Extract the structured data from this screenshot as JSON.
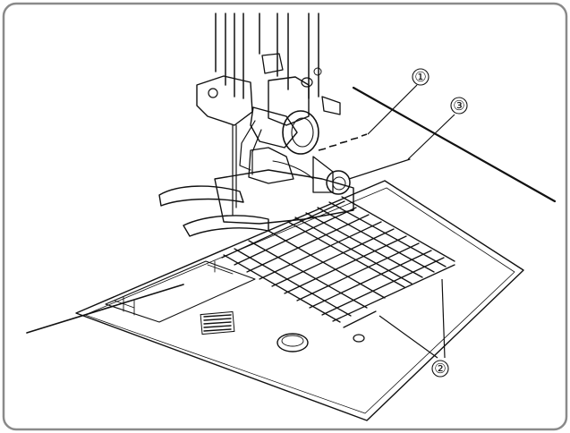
{
  "diagram": {
    "callouts": [
      {
        "id": "callout-1",
        "label": "①"
      },
      {
        "id": "callout-2",
        "label": "②"
      },
      {
        "id": "callout-3",
        "label": "③"
      }
    ],
    "colors": {
      "frame_border": "#8a8a8a",
      "line": "#111111",
      "background": "#ffffff"
    }
  }
}
